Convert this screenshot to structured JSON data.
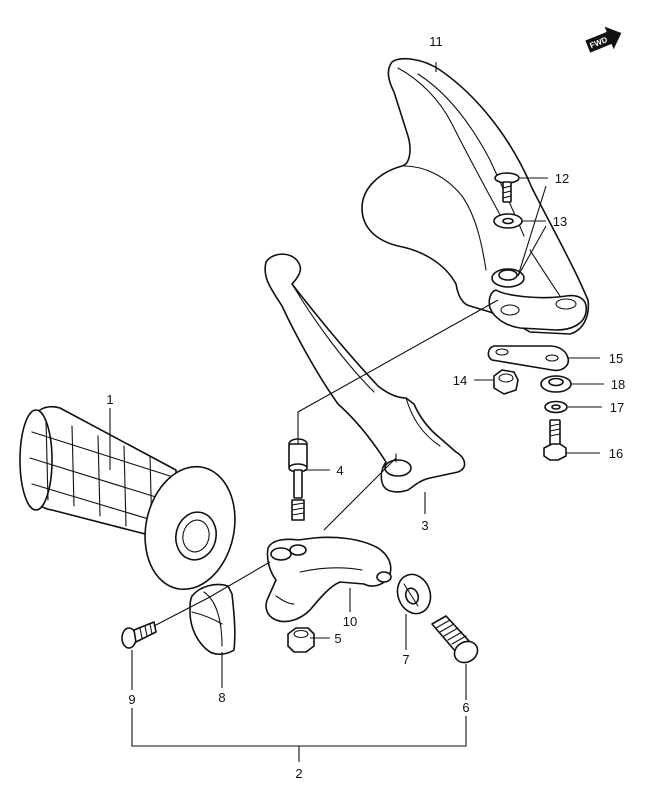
{
  "diagram": {
    "fwd_label": "FWD",
    "callouts": {
      "c1": "1",
      "c2": "2",
      "c3": "3",
      "c4": "4",
      "c5": "5",
      "c6": "6",
      "c7": "7",
      "c8": "8",
      "c9": "9",
      "c10": "10",
      "c11": "11",
      "c12": "12",
      "c13": "13",
      "c14": "14",
      "c15": "15",
      "c16": "16",
      "c17": "17",
      "c18": "18"
    }
  }
}
